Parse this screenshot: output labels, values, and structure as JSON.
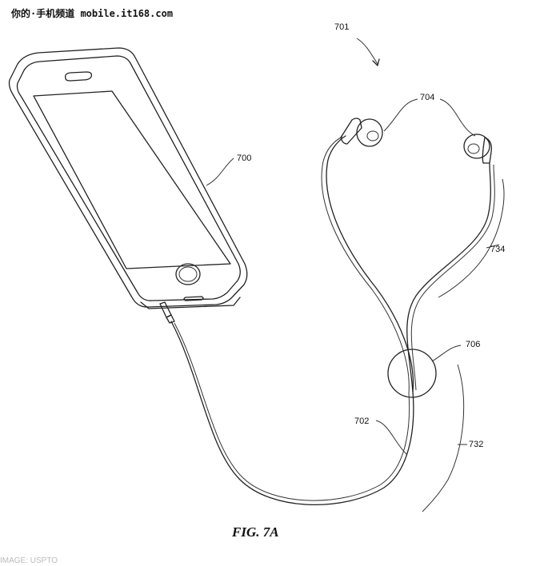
{
  "watermark": "你的·手机频道 mobile.it168.com",
  "figure_caption": "FIG. 7A",
  "labels": {
    "ref_701": "701",
    "ref_700": "700",
    "ref_704": "704",
    "ref_734": "734",
    "ref_706": "706",
    "ref_702": "702",
    "ref_732": "732"
  },
  "footer_text": "IMAGE: USPTO"
}
